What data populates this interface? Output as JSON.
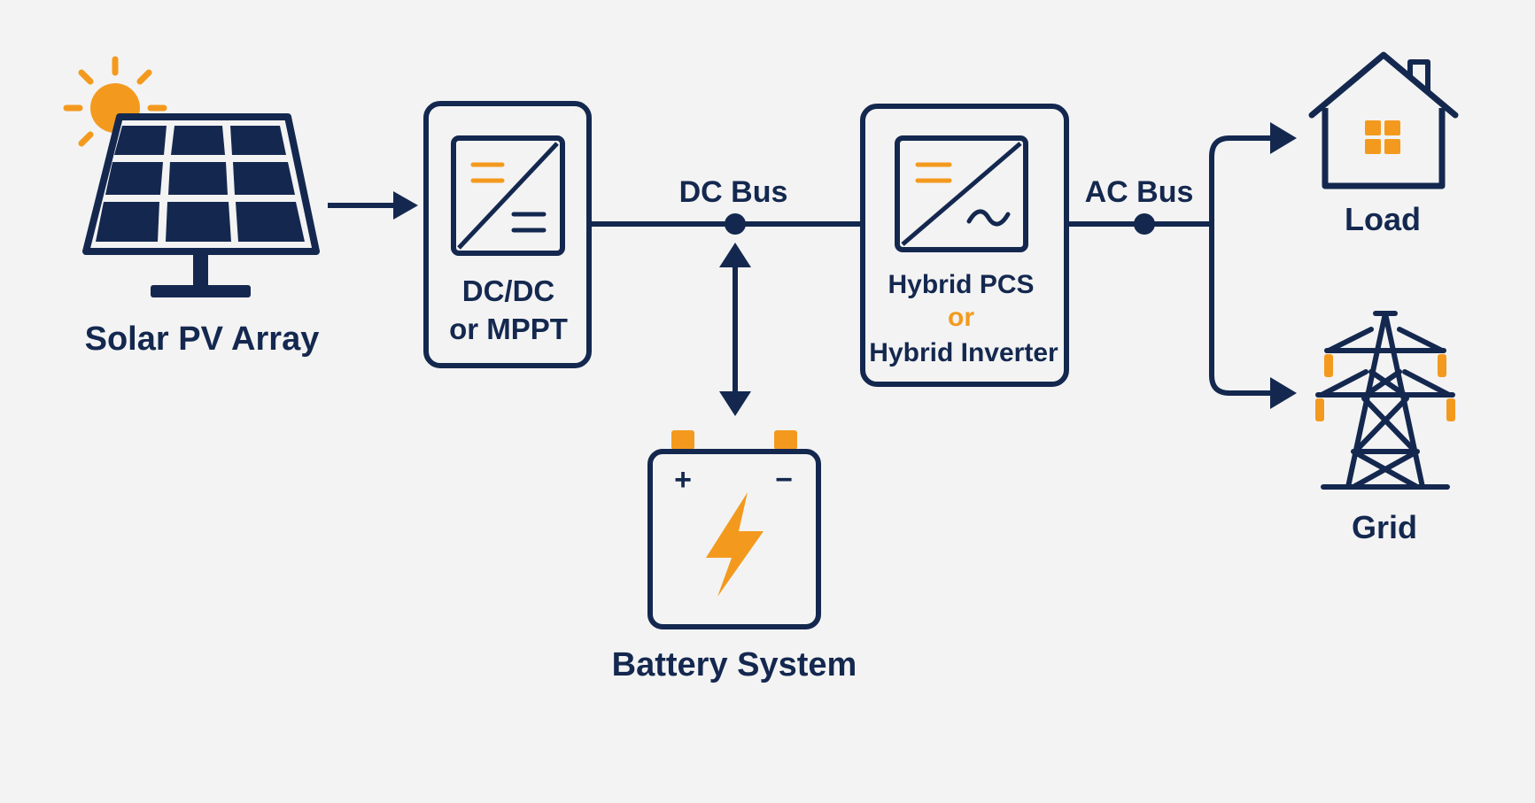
{
  "colors": {
    "background": "#f3f3f3",
    "primary": "#14284f",
    "accent": "#f39a1e",
    "panel_fill": "#ffffff"
  },
  "nodes": {
    "solar": {
      "label": "Solar PV Array",
      "icon": "solar-panel-icon"
    },
    "dcdc": {
      "label_line1": "DC/DC",
      "label_line2": "or MPPT",
      "icon": "dc-dc-converter-icon"
    },
    "dc_bus": {
      "label": "DC Bus"
    },
    "battery": {
      "label": "Battery System",
      "plus": "+",
      "minus": "−",
      "icon": "battery-icon"
    },
    "pcs": {
      "label_line1": "Hybrid PCS",
      "label_or": "or",
      "label_line2": "Hybrid Inverter",
      "icon": "inverter-icon"
    },
    "ac_bus": {
      "label": "AC Bus"
    },
    "load": {
      "label": "Load",
      "icon": "house-icon"
    },
    "grid": {
      "label": "Grid",
      "icon": "transmission-tower-icon"
    }
  }
}
